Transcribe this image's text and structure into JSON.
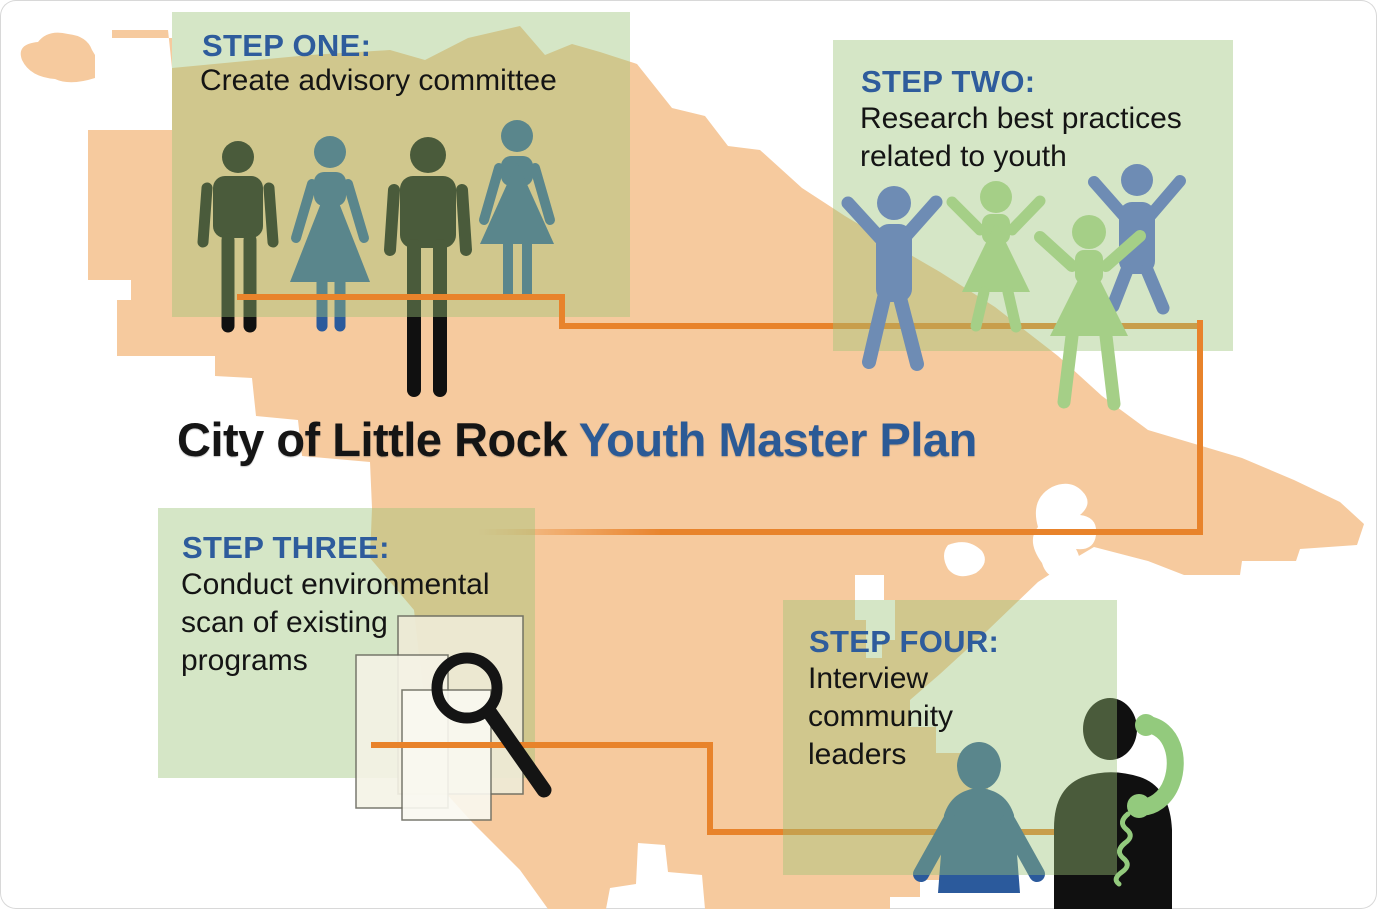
{
  "title": {
    "black_part": "City of Little Rock",
    "blue_part": "Youth Master Plan"
  },
  "steps": [
    {
      "heading": "STEP ONE:",
      "body": "Create advisory committee"
    },
    {
      "heading": "STEP TWO:",
      "body": "Research best practices related to youth"
    },
    {
      "heading": "STEP THREE:",
      "body": "Conduct environmental scan of existing programs"
    },
    {
      "heading": "STEP FOUR:",
      "body": "Interview community leaders"
    }
  ],
  "icons": [
    "city-map-silhouette",
    "advisory-committee-people-icons",
    "youth-raised-arms-people-icons",
    "documents-icon",
    "magnifier-icon",
    "interview-people-icons",
    "phone-handset-icon",
    "connector-lines"
  ],
  "colors": {
    "background": "#ffffff",
    "map_peach": "#f6ca9e",
    "panel_green": "rgba(155,195,120,0.42)",
    "connector_orange": "#e8832b",
    "heading_blue": "#2e5c9c",
    "title_black": "#151515",
    "title_blue": "#2b5a96",
    "figure_black": "#101010",
    "figure_navy": "#2b5a9c",
    "figure_blue": "#6e8cb4",
    "figure_green": "#a5cf87",
    "phone_green": "#93ca7d",
    "paper_cream": "#efebd7",
    "magnifier_black": "#141414"
  }
}
